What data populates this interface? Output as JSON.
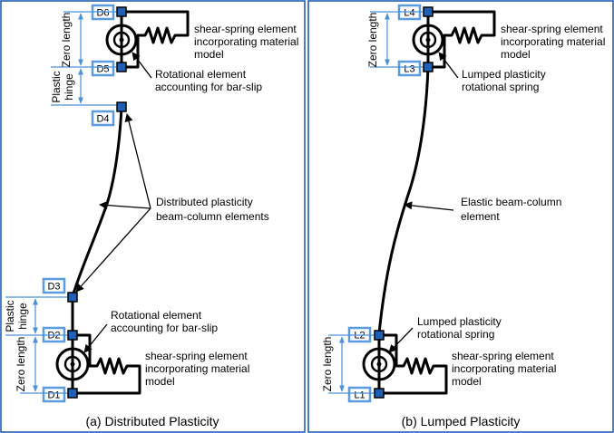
{
  "panels": [
    {
      "caption": "(a) Distributed Plasticity",
      "nodes": [
        "D6",
        "D5",
        "D4",
        "D3",
        "D2",
        "D1"
      ],
      "top_dims": {
        "zero_length": "Zero length",
        "plastic_hinge": [
          "Plastic",
          "hinge"
        ]
      },
      "bottom_dims": {
        "zero_length": "Zero length",
        "plastic_hinge": [
          "Plastic",
          "hinge"
        ]
      },
      "annotations": {
        "shear_top": [
          "shear-spring element",
          "incorporating material",
          "model"
        ],
        "rot_top": [
          "Rotational element",
          "accounting for bar-slip"
        ],
        "middle": [
          "Distributed plasticity",
          "beam-column elements"
        ],
        "rot_bottom": [
          "Rotational element",
          "accounting for bar-slip"
        ],
        "shear_bottom": [
          "shear-spring element",
          "incorporating material",
          "model"
        ]
      }
    },
    {
      "caption": "(b) Lumped Plasticity",
      "nodes": [
        "L4",
        "L3",
        "L2",
        "L1"
      ],
      "top_dims": {
        "zero_length": "Zero length"
      },
      "bottom_dims": {
        "zero_length": "Zero length"
      },
      "annotations": {
        "shear_top": [
          "shear-spring element",
          "incorporating material",
          "model"
        ],
        "rot_top": [
          "Lumped plasticity",
          "rotational spring"
        ],
        "middle": [
          "Elastic beam-column",
          "element"
        ],
        "rot_bottom": [
          "Lumped plasticity",
          "rotational spring"
        ],
        "shear_bottom": [
          "shear-spring element",
          "incorporating material",
          "model"
        ]
      }
    }
  ],
  "colors": {
    "frame": "#1f5fb5",
    "label_box": "#5b9be0",
    "node": "#1f5fb5",
    "dimension": "#4a90d9"
  }
}
